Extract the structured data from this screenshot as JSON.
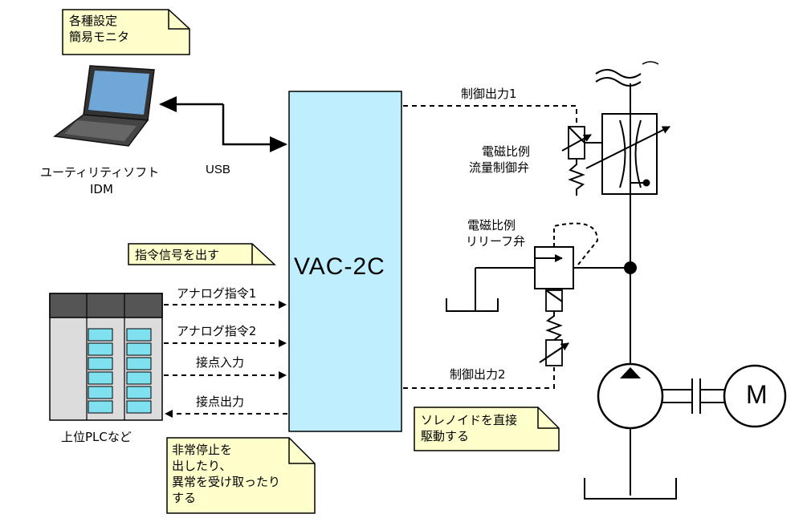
{
  "notes": {
    "settings_monitor": [
      "各種設定",
      "簡易モニタ"
    ],
    "command_signal": "指令信号を出す",
    "solenoid_drive": [
      "ソレノイドを直接",
      "駆動する"
    ],
    "emergency": [
      "非常停止を",
      "出したり、",
      "異常を受け取ったり",
      "する"
    ]
  },
  "labels": {
    "software": "ユーティリティソフト",
    "software_name": "IDM",
    "usb": "USB",
    "controller": "VAC-2C",
    "plc": "上位PLCなど",
    "analog1": "アナログ指令1",
    "analog2": "アナログ指令2",
    "contact_in": "接点入力",
    "contact_out": "接点出力",
    "control_out1": "制御出力1",
    "control_out2": "制御出力2",
    "flow_valve": [
      "電磁比例",
      "流量制御弁"
    ],
    "relief_valve": [
      "電磁比例",
      "リリーフ弁"
    ],
    "motor": "M"
  },
  "colors": {
    "controller_fill": "#bfeeff",
    "note_fill": "#ffffcc",
    "plc_body": "#dcdcdc",
    "plc_top": "#555555",
    "plc_slot": "#7fe0f0",
    "line": "#000000"
  }
}
